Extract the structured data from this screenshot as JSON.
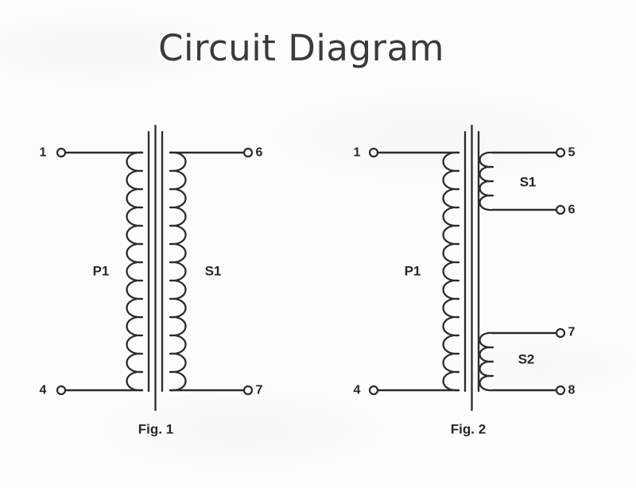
{
  "title": "Circuit Diagram",
  "colors": {
    "background": "#fcfcfc",
    "line": "#2b2b2b",
    "text": "#262626",
    "title_text": "#3a3a3a"
  },
  "figures": [
    {
      "caption": "Fig. 1",
      "windings": {
        "primary": "P1",
        "secondary": "S1"
      },
      "terminals": {
        "top_left": "1",
        "bottom_left": "4",
        "top_right": "6",
        "bottom_right": "7"
      }
    },
    {
      "caption": "Fig. 2",
      "windings": {
        "primary": "P1",
        "secondary1": "S1",
        "secondary2": "S2"
      },
      "terminals": {
        "top_left": "1",
        "bottom_left": "4",
        "s1_top": "5",
        "s1_bottom": "6",
        "s2_top": "7",
        "s2_bottom": "8"
      }
    }
  ]
}
